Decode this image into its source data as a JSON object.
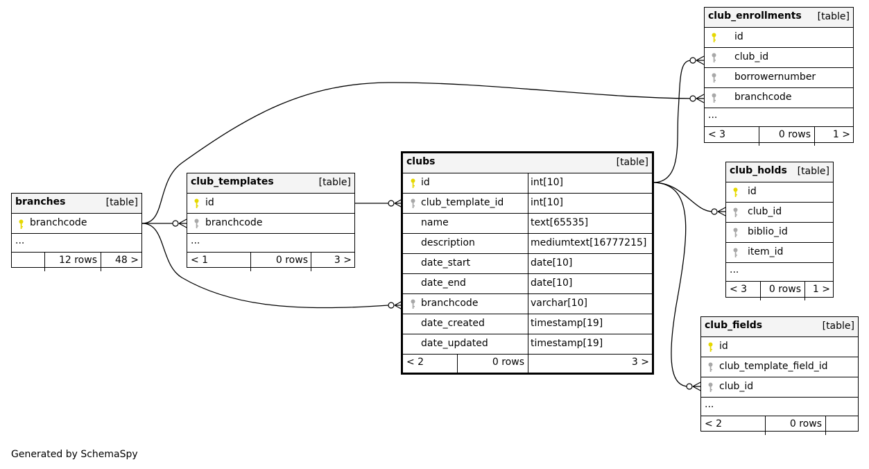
{
  "tag_table": "[table]",
  "ellipsis": "...",
  "footer_note": "Generated by SchemaSpy",
  "colors": {
    "primary_key": "#e6d800",
    "foreign_key": "#a8a8a8",
    "header_bg": "#f4f4f4"
  },
  "tables": {
    "branches": {
      "name": "branches",
      "columns": [
        "branchcode"
      ],
      "nav_prev": "",
      "rows": "12 rows",
      "nav_next": "48 >"
    },
    "club_templates": {
      "name": "club_templates",
      "columns": [
        "id",
        "branchcode"
      ],
      "nav_prev": "< 1",
      "rows": "0 rows",
      "nav_next": "3 >"
    },
    "clubs": {
      "name": "clubs",
      "columns": [
        {
          "name": "id",
          "type": "int[10]"
        },
        {
          "name": "club_template_id",
          "type": "int[10]"
        },
        {
          "name": "name",
          "type": "text[65535]"
        },
        {
          "name": "description",
          "type": "mediumtext[16777215]"
        },
        {
          "name": "date_start",
          "type": "date[10]"
        },
        {
          "name": "date_end",
          "type": "date[10]"
        },
        {
          "name": "branchcode",
          "type": "varchar[10]"
        },
        {
          "name": "date_created",
          "type": "timestamp[19]"
        },
        {
          "name": "date_updated",
          "type": "timestamp[19]"
        }
      ],
      "nav_prev": "< 2",
      "rows": "0 rows",
      "nav_next": "3 >"
    },
    "club_enrollments": {
      "name": "club_enrollments",
      "columns": [
        "id",
        "club_id",
        "borrowernumber",
        "branchcode"
      ],
      "nav_prev": "< 3",
      "rows": "0 rows",
      "nav_next": "1 >"
    },
    "club_holds": {
      "name": "club_holds",
      "columns": [
        "id",
        "club_id",
        "biblio_id",
        "item_id"
      ],
      "nav_prev": "< 3",
      "rows": "0 rows",
      "nav_next": "1 >"
    },
    "club_fields": {
      "name": "club_fields",
      "columns": [
        "id",
        "club_template_field_id",
        "club_id"
      ],
      "nav_prev": "< 2",
      "rows": "0 rows",
      "nav_next": ""
    }
  },
  "relationships": [
    {
      "from": "branches.branchcode",
      "to": "club_templates.branchcode"
    },
    {
      "from": "branches.branchcode",
      "to": "clubs.branchcode"
    },
    {
      "from": "branches.branchcode",
      "to": "club_enrollments.branchcode"
    },
    {
      "from": "club_templates.id",
      "to": "clubs.club_template_id"
    },
    {
      "from": "clubs.id",
      "to": "club_enrollments.club_id"
    },
    {
      "from": "clubs.id",
      "to": "club_holds.club_id"
    },
    {
      "from": "clubs.id",
      "to": "club_fields.club_id"
    }
  ]
}
